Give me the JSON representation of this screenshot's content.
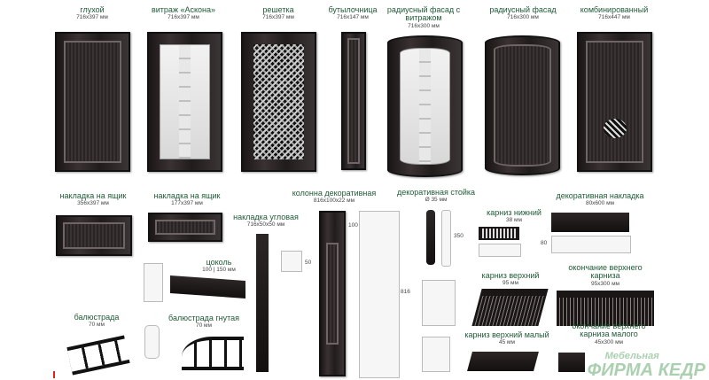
{
  "items": [
    {
      "title": "глухой",
      "size": "716x397 мм"
    },
    {
      "title": "витраж «Аскона»",
      "size": "716x397 мм"
    },
    {
      "title": "решетка",
      "size": "716x397 мм"
    },
    {
      "title": "бутылочница",
      "size": "716x147 мм"
    },
    {
      "title": "радиусный фасад с витражом",
      "size": "716x300 мм"
    },
    {
      "title": "радиусный фасад",
      "size": "716x300 мм"
    },
    {
      "title": "комбинированный",
      "size": "716x447 мм"
    },
    {
      "title": "накладка на ящик",
      "size": "356x397 мм"
    },
    {
      "title": "накладка на ящик",
      "size": "177x397 мм"
    },
    {
      "title": "накладка угловая",
      "size": "716x50x50 мм"
    },
    {
      "title": "колонна декоративная",
      "size": "816x100x22 мм"
    },
    {
      "title": "декоративная стойка",
      "size": "Ø 35 мм"
    },
    {
      "title": "карниз нижний",
      "size": "38 мм"
    },
    {
      "title": "декоративная накладка",
      "size": "80x600 мм"
    },
    {
      "title": "цоколь",
      "size": "100 | 150 мм"
    },
    {
      "title": "балюстрада",
      "size": "70 мм"
    },
    {
      "title": "балюстрада гнутая",
      "size": "70 мм"
    },
    {
      "title": "карниз верхний",
      "size": "95 мм"
    },
    {
      "title": "окончание верхнего карниза",
      "size": "95x300 мм"
    },
    {
      "title": "карниз верхний малый",
      "size": "45 мм"
    },
    {
      "title": "окончание верхнего карниза малого",
      "size": "45x300 мм"
    }
  ],
  "dims": {
    "col_top": "100",
    "col_h": "816",
    "col_w": "50",
    "stoyka": "350",
    "niz": "38",
    "nakl": "80",
    "nakl_w": "80"
  },
  "watermark": {
    "line1": "Мебельная",
    "line2": "ФИРМА КЕДР"
  },
  "colors": {
    "title": "#1e5a36",
    "wood": "#2a2424"
  }
}
